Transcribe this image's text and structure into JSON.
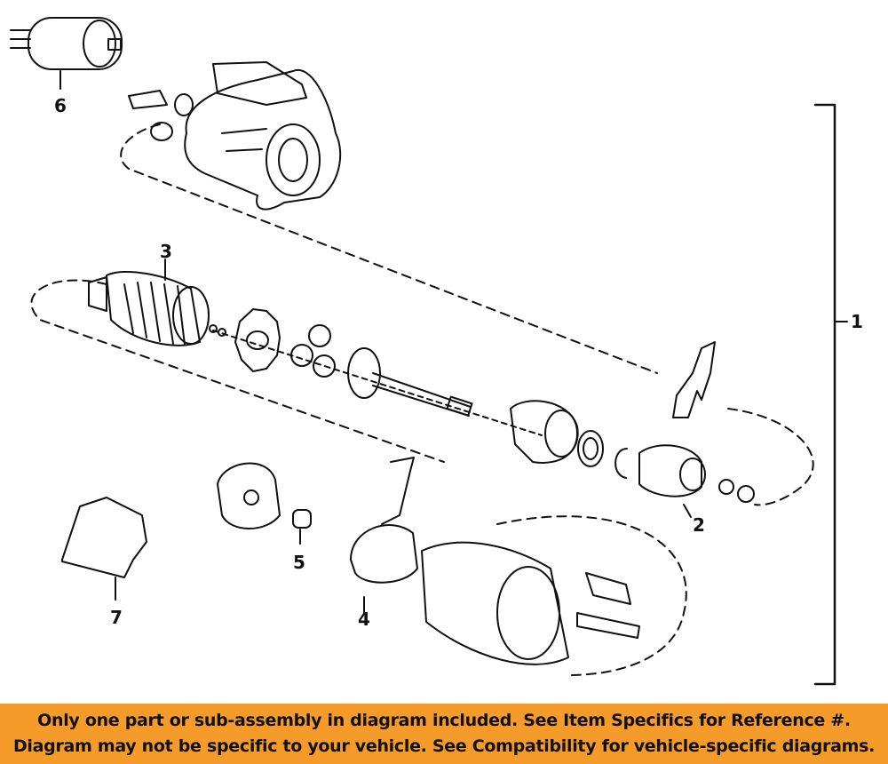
{
  "callouts": {
    "c1": "1",
    "c2": "2",
    "c3": "3",
    "c4": "4",
    "c5": "5",
    "c6": "6",
    "c7": "7"
  },
  "banner": {
    "line1": "Only one part or sub-assembly in diagram included. See Item Specifics for Reference #.",
    "line2": "Diagram may not be specific to your vehicle. See Compatibility for vehicle-specific diagrams."
  },
  "colors": {
    "banner_bg": "#f49b2a",
    "line": "#111111"
  }
}
